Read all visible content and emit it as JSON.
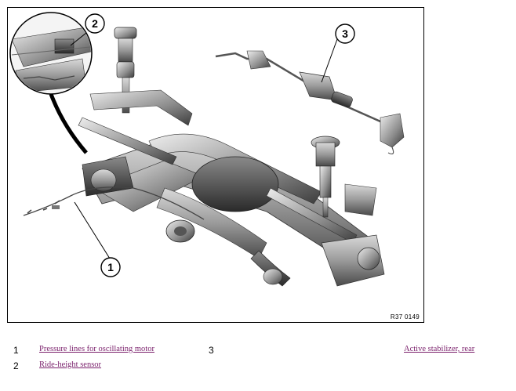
{
  "figure": {
    "code": "R37 0149",
    "callouts": [
      "1",
      "2",
      "3"
    ]
  },
  "legend": {
    "items": [
      {
        "number": "1",
        "label": "Pressure lines for oscillating motor"
      },
      {
        "number": "2",
        "label": "Ride-height sensor"
      },
      {
        "number": "3",
        "label": "Active stabilizer, rear"
      }
    ]
  }
}
